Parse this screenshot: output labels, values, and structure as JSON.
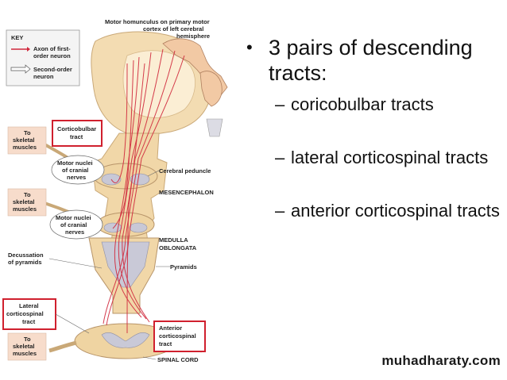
{
  "diagram": {
    "key": {
      "title": "KEY",
      "first_order_line1": "Axon of first-",
      "first_order_line2": "order neuron",
      "second_order_line1": "Second-order",
      "second_order_line2": "neuron"
    },
    "homunculus_line1": "Motor homunculus on primary motor",
    "homunculus_line2": "cortex of left cerebral",
    "homunculus_line3": "hemisphere",
    "to_skeletal_1": [
      "To",
      "skeletal",
      "muscles"
    ],
    "to_skeletal_2": [
      "To",
      "skeletal",
      "muscles"
    ],
    "to_skeletal_3": [
      "To",
      "skeletal",
      "muscles"
    ],
    "corticobulbar": [
      "Corticobulbar",
      "tract"
    ],
    "motor_nuclei_1": [
      "Motor nuclei",
      "of cranial",
      "nerves"
    ],
    "motor_nuclei_2": [
      "Motor nuclei",
      "of cranial",
      "nerves"
    ],
    "cerebral_peduncle": "Cerebral peduncle",
    "mesencephalon": "MESENCEPHALON",
    "medulla_line1": "MEDULLA",
    "medulla_line2": "OBLONGATA",
    "pyramids": "Pyramids",
    "decussation": [
      "Decussation",
      "of pyramids"
    ],
    "lateral": [
      "Lateral",
      "corticospinal",
      "tract"
    ],
    "anterior": [
      "Anterior",
      "corticospinal",
      "tract"
    ],
    "spinal_cord": "SPINAL CORD",
    "colors": {
      "axon": "#d0283c",
      "highlight": "#d0202e",
      "tissue": "#f1d7a8",
      "grey": "#c8c8d6"
    }
  },
  "bullets": {
    "main": "3 pairs of descending tracts:",
    "sub": [
      "coricobulbar tracts",
      "lateral corticospinal tracts",
      "anterior corticospinal tracts"
    ]
  },
  "watermark": "muhadharaty.com"
}
